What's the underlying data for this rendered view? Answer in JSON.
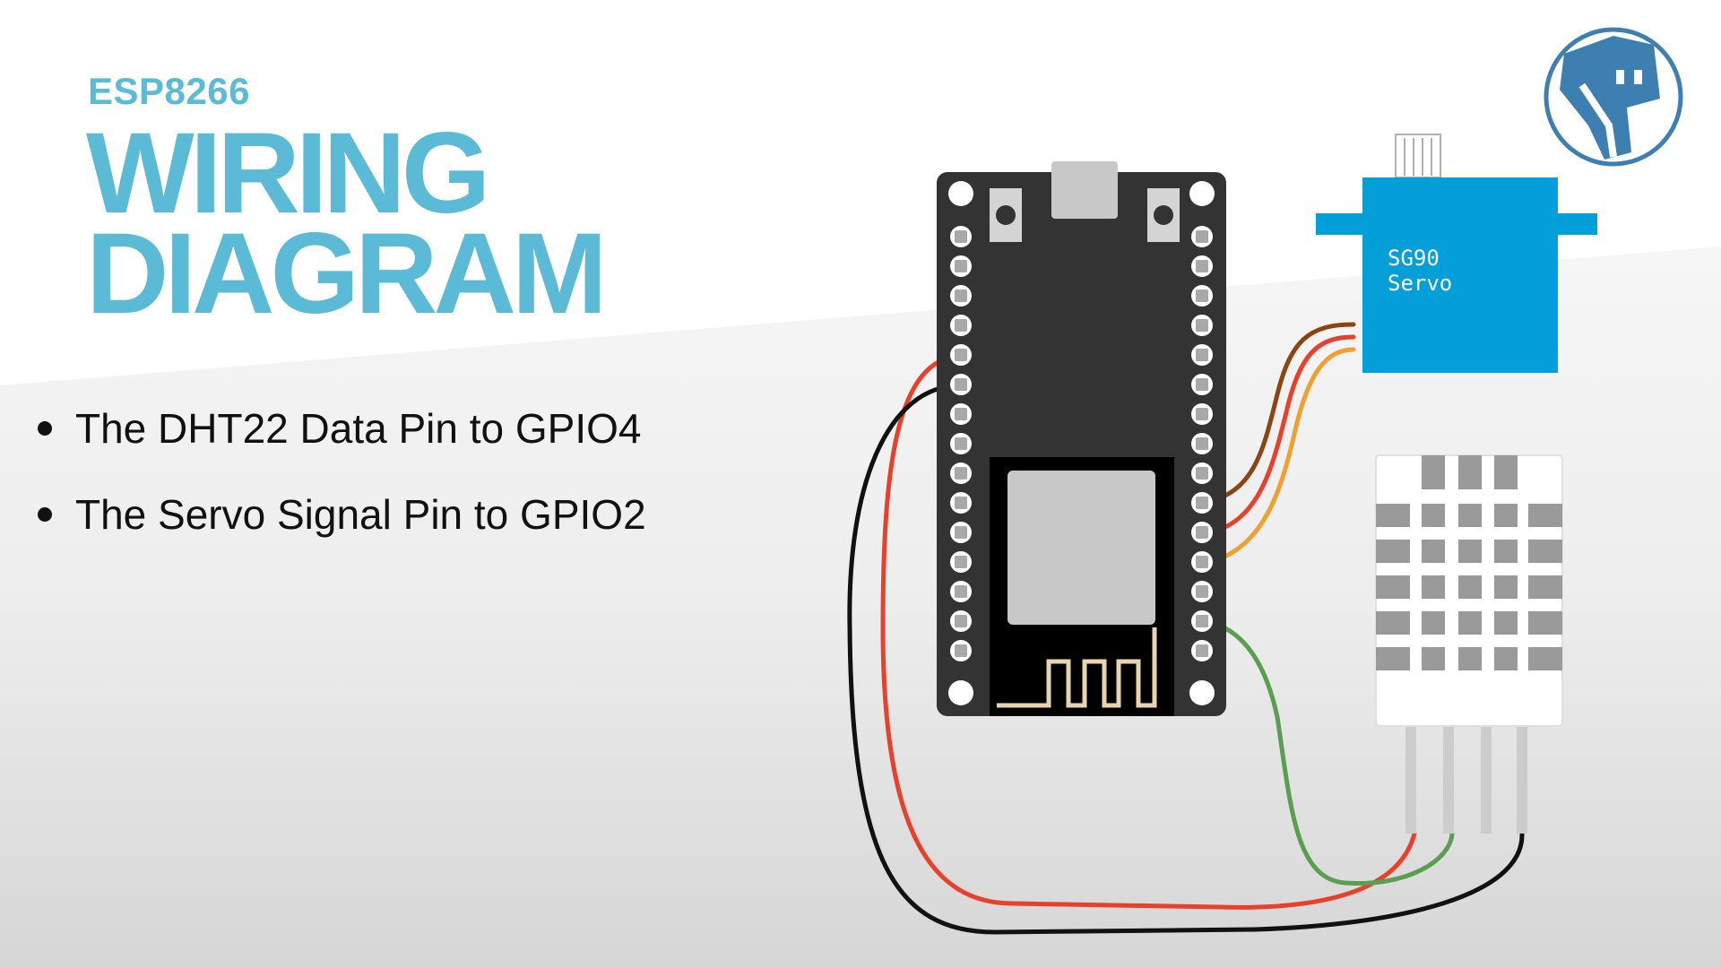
{
  "header": {
    "subtitle": "ESP8266",
    "title_line1": "WIRING",
    "title_line2": "DIAGRAM"
  },
  "bullets": [
    "The DHT22 Data Pin to GPIO4",
    "The Servo Signal Pin to GPIO2"
  ],
  "servo": {
    "label_line1": "SG90",
    "label_line2": "Servo"
  },
  "colors": {
    "accent": "#5bbad5",
    "board": "#333333",
    "servo": "#049fd8",
    "wire_red": "#e8402a",
    "wire_black": "#111111",
    "wire_brown": "#8b4513",
    "wire_orange": "#f0a030",
    "wire_green": "#5a9e50",
    "sensor_grille": "#9a9a9a",
    "logo": "#3d7fb0"
  }
}
